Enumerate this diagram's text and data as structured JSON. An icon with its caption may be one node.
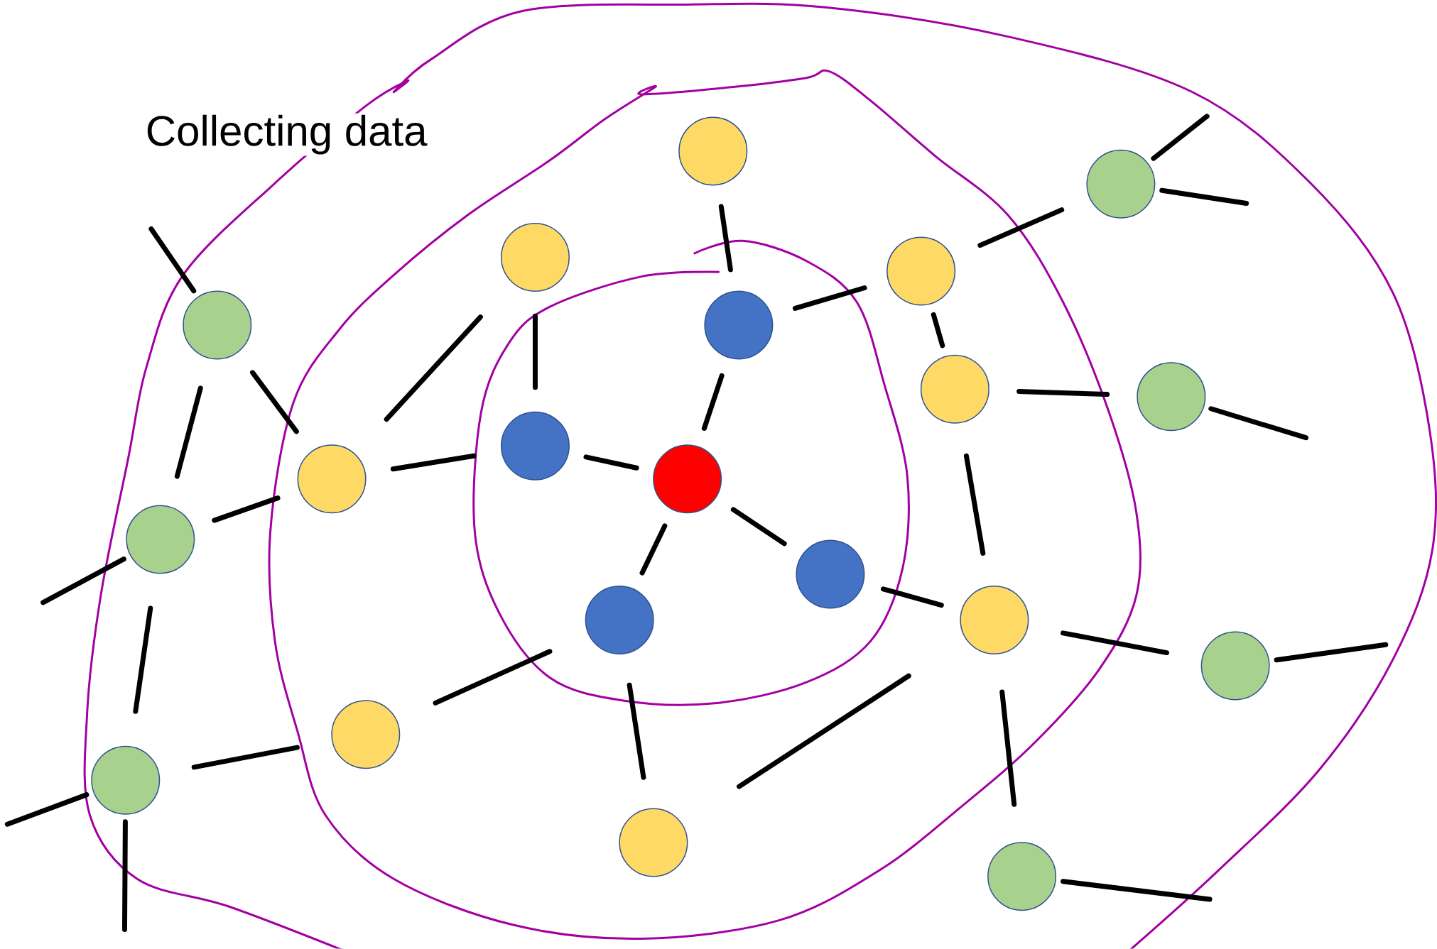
{
  "diagram": {
    "title": "Collecting data",
    "nodes": [
      {
        "text": [],
        "shape": "circle"
      },
      {
        "text": [],
        "shape": "circle"
      },
      {
        "text": [],
        "shape": "circle"
      },
      {
        "text": [],
        "shape": "circle"
      },
      {
        "text": [],
        "shape": "circle"
      },
      {
        "text": [],
        "shape": "circle"
      },
      {
        "text": [],
        "shape": "circle"
      },
      {
        "text": [],
        "shape": "circle"
      },
      {
        "text": [],
        "shape": "circle"
      },
      {
        "text": [],
        "shape": "circle"
      },
      {
        "text": [],
        "shape": "circle"
      },
      {
        "text": [],
        "shape": "circle"
      },
      {
        "text": [],
        "shape": "circle"
      },
      {
        "text": [],
        "shape": "circle"
      },
      {
        "text": [],
        "shape": "circle"
      },
      {
        "text": [],
        "shape": "circle"
      },
      {
        "text": [],
        "shape": "circle"
      },
      {
        "text": [],
        "shape": "circle"
      },
      {
        "text": [],
        "shape": "circle"
      },
      {
        "text": [],
        "shape": "circle"
      }
    ],
    "edges": [
      {
        "from": 0,
        "to": 4,
        "arrow": "none"
      },
      {
        "from": 4,
        "to": 9,
        "arrow": "none"
      },
      {
        "from": 8,
        "to": 9,
        "arrow": "none"
      },
      {
        "from": 9,
        "to": 12,
        "arrow": "none"
      },
      {
        "from": 9,
        "to": 13,
        "arrow": "none"
      },
      {
        "from": 4,
        "to": 3,
        "arrow": "none"
      },
      {
        "from": 2,
        "to": 8,
        "arrow": "none"
      },
      {
        "from": 2,
        "to": 10,
        "arrow": "none"
      },
      {
        "from": 10,
        "to": 8,
        "arrow": "none"
      },
      {
        "from": 11,
        "to": 10,
        "arrow": "none"
      },
      {
        "from": 5,
        "to": 10,
        "arrow": "none"
      },
      {
        "from": null,
        "to": 5,
        "arrow": "none"
      },
      {
        "from": 5,
        "to": 11,
        "arrow": "none"
      },
      {
        "from": null,
        "to": 11,
        "arrow": "none"
      },
      {
        "from": 11,
        "to": 17,
        "arrow": "none"
      },
      {
        "from": null,
        "to": 17,
        "arrow": "none"
      },
      {
        "from": 17,
        "to": null,
        "arrow": "none"
      },
      {
        "from": 17,
        "to": 16,
        "arrow": "none"
      },
      {
        "from": 16,
        "to": 13,
        "arrow": "none"
      },
      {
        "from": 13,
        "to": 18,
        "arrow": "none"
      },
      {
        "from": 18,
        "to": 14,
        "arrow": "none"
      },
      {
        "from": 12,
        "to": 14,
        "arrow": "none"
      },
      {
        "from": 6,
        "to": 14,
        "arrow": "none"
      },
      {
        "from": 3,
        "to": 6,
        "arrow": "none"
      },
      {
        "from": 6,
        "to": 7,
        "arrow": "none"
      },
      {
        "from": 3,
        "to": 1,
        "arrow": "none"
      },
      {
        "from": 1,
        "to": null,
        "arrow": "none"
      },
      {
        "from": 1,
        "to": null,
        "arrow": "none"
      },
      {
        "from": 7,
        "to": null,
        "arrow": "none"
      },
      {
        "from": 14,
        "to": 15,
        "arrow": "none"
      },
      {
        "from": 15,
        "to": null,
        "arrow": "none"
      },
      {
        "from": 14,
        "to": 19,
        "arrow": "none"
      },
      {
        "from": 19,
        "to": null,
        "arrow": "none"
      }
    ]
  }
}
